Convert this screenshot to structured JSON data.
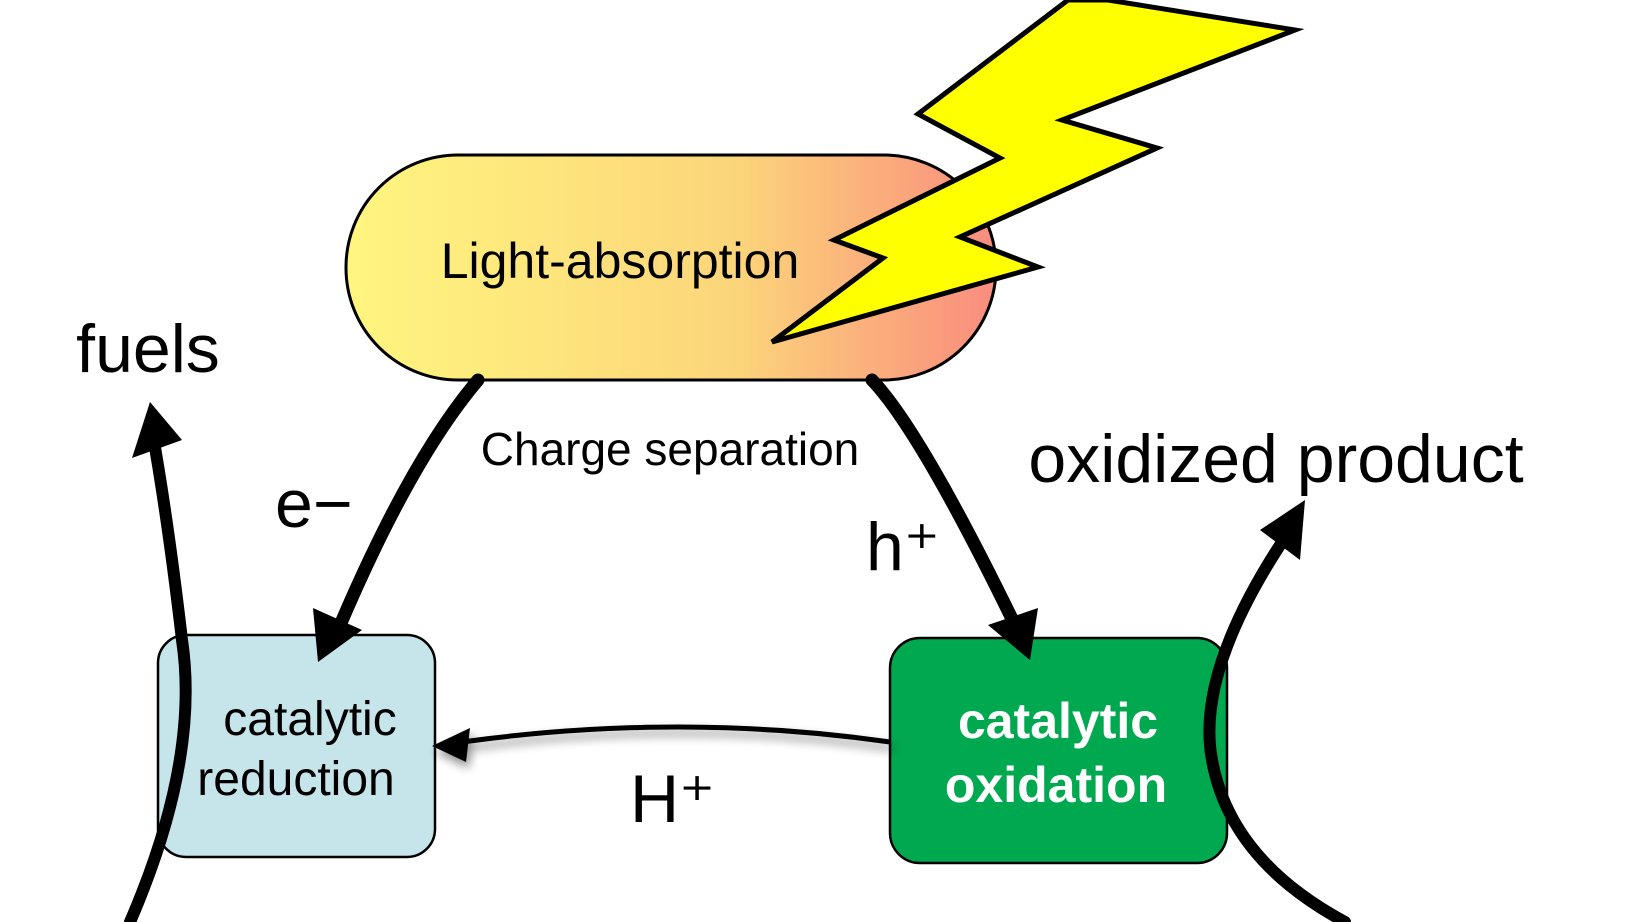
{
  "nodes": {
    "light_absorption": {
      "label": "Light-absorption"
    },
    "catalytic_reduction": {
      "line1": "catalytic",
      "line2": "reduction"
    },
    "catalytic_oxidation": {
      "line1": "catalytic",
      "line2": "oxidation"
    }
  },
  "labels": {
    "charge_separation": "Charge separation",
    "fuels": "fuels",
    "oxidized_product": "oxidized product",
    "electron": "e−",
    "hole": "h⁺",
    "proton": "H⁺"
  },
  "colors": {
    "pill_gradient_start": "#fff67f",
    "pill_gradient_mid": "#fcd57a",
    "pill_gradient_end": "#f98c7e",
    "lightning_fill": "#ffff00",
    "reduction_fill": "#c6e5ea",
    "oxidation_fill": "#00a84f",
    "arrow_color": "#000000"
  },
  "icons": {
    "lightning": "lightning-bolt-icon"
  }
}
